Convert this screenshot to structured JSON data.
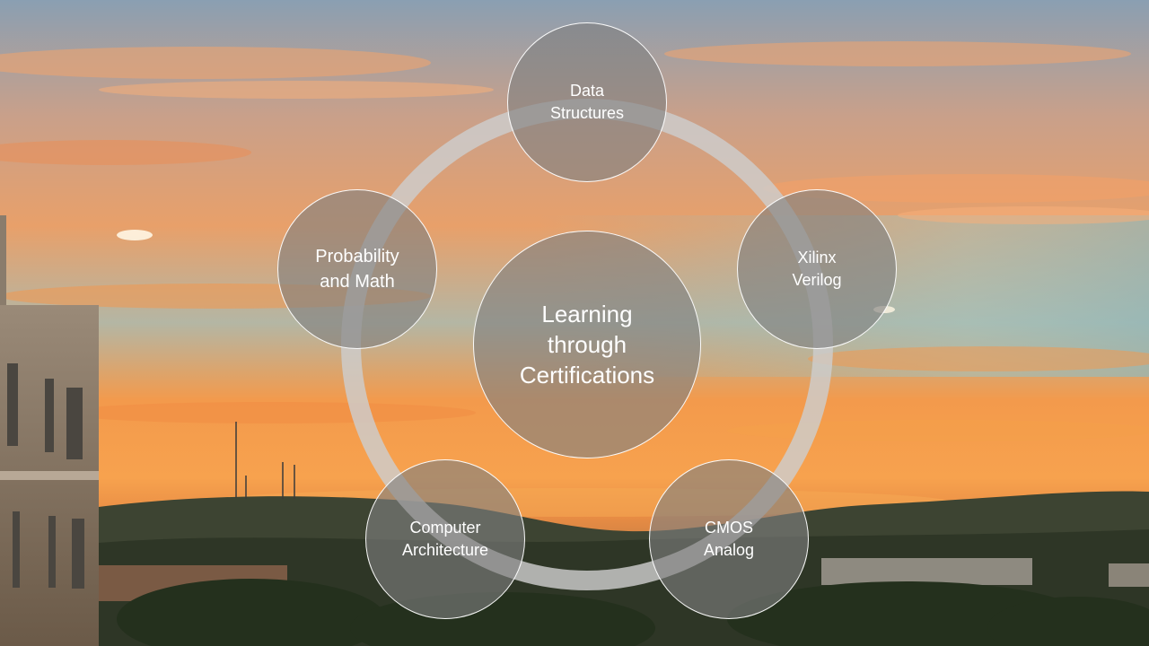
{
  "diagram": {
    "center": {
      "label": "Learning\nthrough\nCertifications"
    },
    "nodes": [
      {
        "id": "data-structures",
        "label": "Data\nStructures"
      },
      {
        "id": "xilinx-verilog",
        "label": "Xilinx\nVerilog"
      },
      {
        "id": "cmos-analog",
        "label": "CMOS\nAnalog"
      },
      {
        "id": "computer-architecture",
        "label": "Computer\nArchitecture"
      },
      {
        "id": "probability-math",
        "label": "Probability\nand Math"
      }
    ]
  },
  "colors": {
    "node_fill": "#808080",
    "ring": "#cdcdcd",
    "text": "#ffffff",
    "sky_top": "#8fa3b4",
    "sunset": "#f59a4d"
  }
}
